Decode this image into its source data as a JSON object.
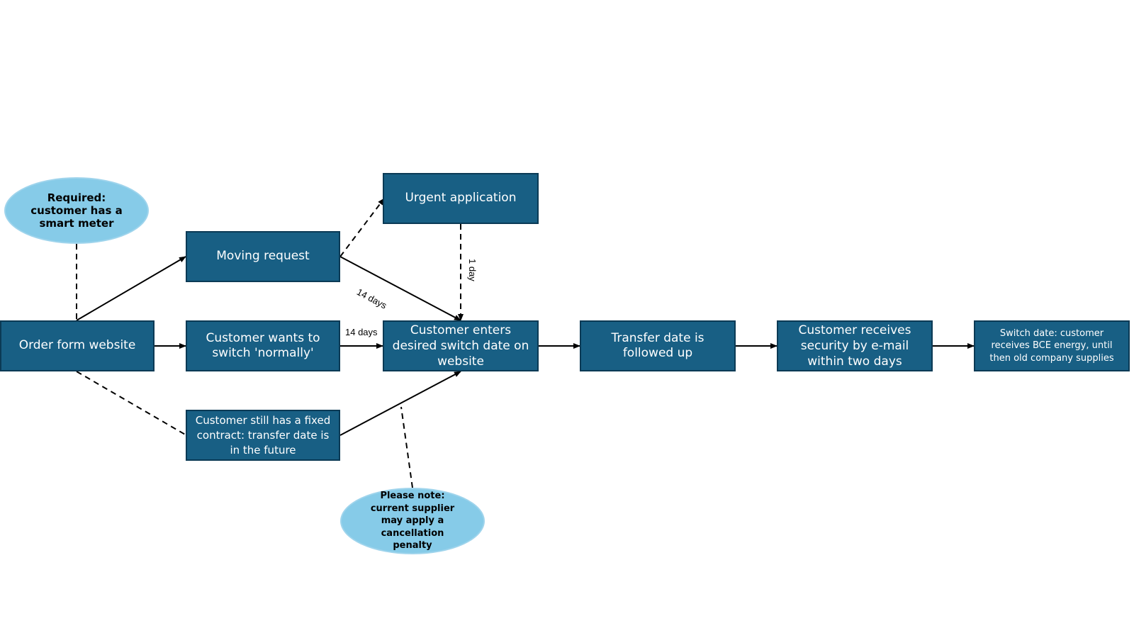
{
  "nodes": {
    "order_form": "Order form website",
    "moving_request": "Moving request",
    "urgent_application": "Urgent application",
    "switch_normally": "Customer wants to switch 'normally'",
    "enters_switch_date": "Customer enters desired switch date on website",
    "transfer_followed": "Transfer date is followed up",
    "receives_security": "Customer receives security by e-mail within two days",
    "switch_date": "Switch date: customer receives BCE energy, until then old company supplies",
    "fixed_contract": "Customer still has a fixed contract: transfer date is in the future"
  },
  "notes": {
    "required": "Required: customer has a smart meter",
    "please_note": "Please note: current supplier may apply a cancellation penalty"
  },
  "edge_labels": {
    "moving_14_days": "14 days",
    "normal_14_days": "14 days",
    "urgent_1_day": "1 day"
  },
  "colors": {
    "box_fill": "#185f84",
    "box_border": "#0b3a55",
    "note_fill": "#86cbe8",
    "line": "#000000"
  }
}
